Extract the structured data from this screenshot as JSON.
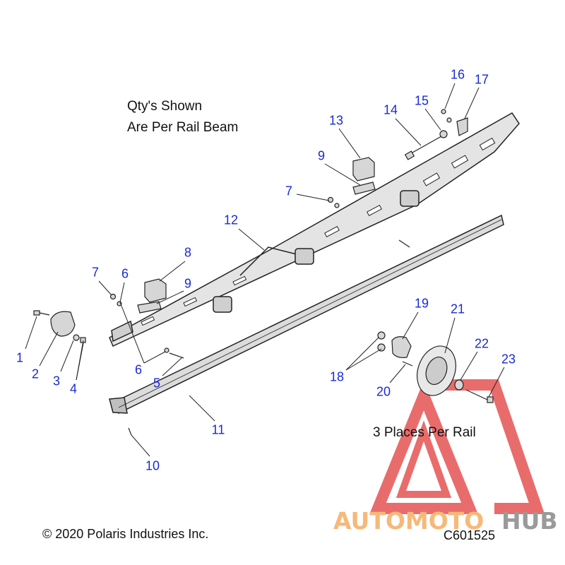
{
  "notes": {
    "qty_line1": "Qty's Shown",
    "qty_line2": "Are Per Rail Beam",
    "places": "3 Places Per Rail"
  },
  "callouts": [
    "1",
    "2",
    "3",
    "4",
    "5",
    "6",
    "6",
    "7",
    "7",
    "8",
    "9",
    "9",
    "10",
    "11",
    "12",
    "13",
    "14",
    "15",
    "16",
    "17",
    "18",
    "19",
    "20",
    "21",
    "22",
    "23"
  ],
  "footer": {
    "copyright": "© 2020 Polaris Industries Inc.",
    "code": "C601525"
  },
  "watermark": {
    "part1": "AUTOMOTO",
    "part2": "HUB",
    "color1": "#f5b97a",
    "color2": "#9a9a9a",
    "logo_color": "#e23b3b"
  },
  "colors": {
    "callout": "#1a2ad6",
    "line": "#222222",
    "part_fill": "#d9d9d9"
  }
}
